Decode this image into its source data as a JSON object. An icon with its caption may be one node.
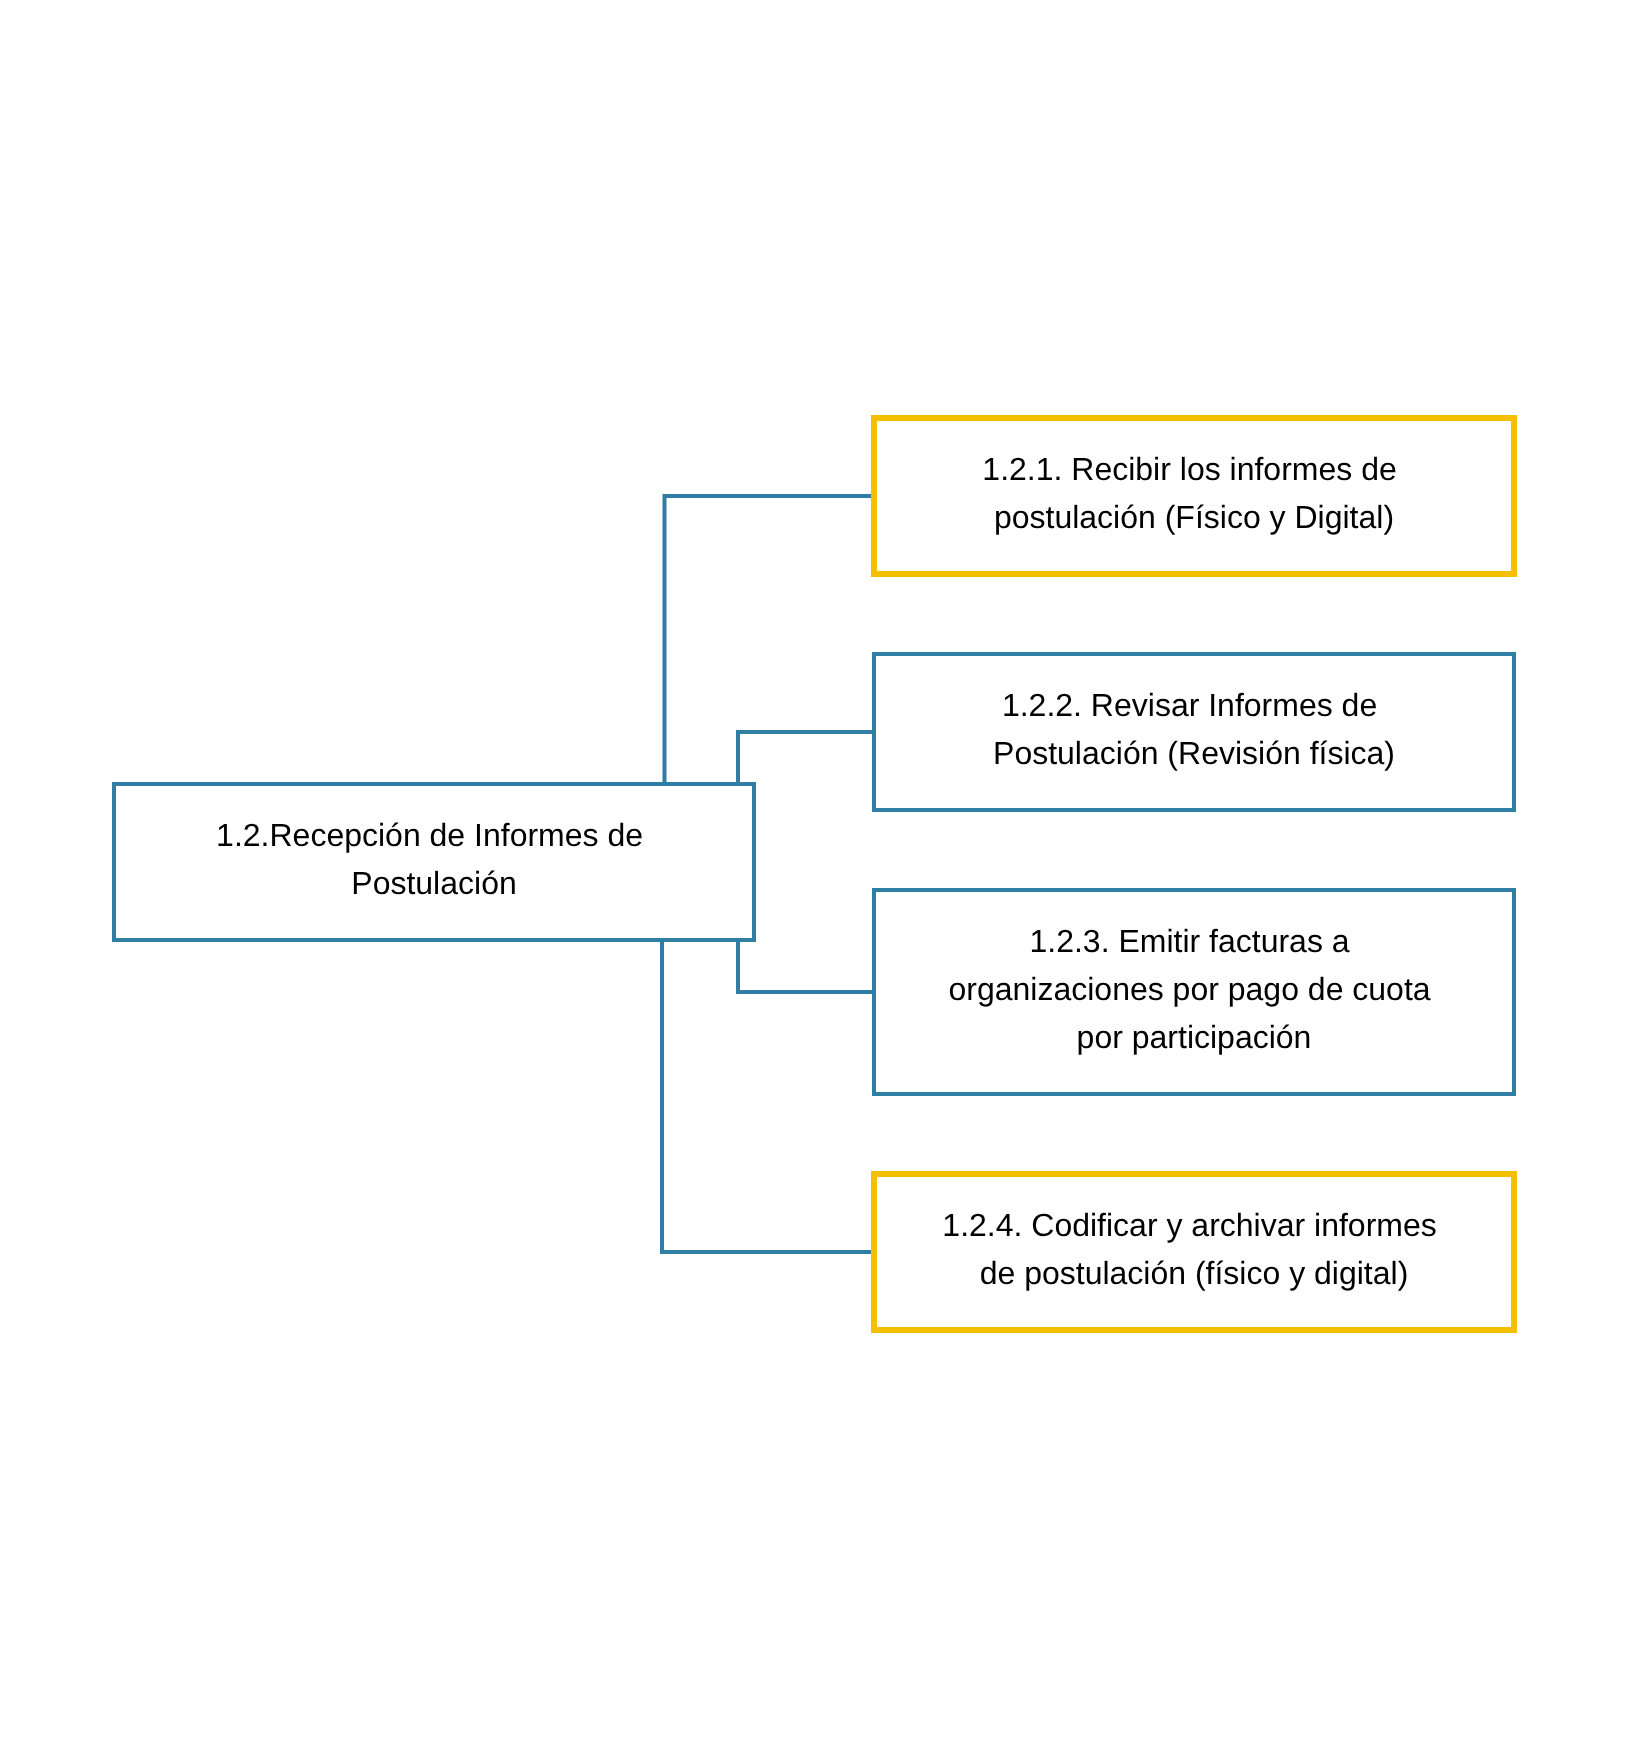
{
  "diagram": {
    "nodes": [
      {
        "text": [
          "1.2.Recepción de Informes de Postulación"
        ]
      },
      {
        "text": [
          "1.2.1. Recibir los informes de postulación (Físico y Digital)"
        ]
      },
      {
        "text": [
          "1.2.2. Revisar Informes de Postulación (Revisión física)"
        ]
      },
      {
        "text": [
          "1.2.3. Emitir facturas a organizaciones por pago de cuota por participación"
        ]
      },
      {
        "text": [
          "1.2.4. Codificar y archivar informes de postulación (físico y digital)"
        ]
      }
    ],
    "edges": [
      {
        "from": 0,
        "to": 1,
        "arrow": "none"
      },
      {
        "from": 0,
        "to": 2,
        "arrow": "none"
      },
      {
        "from": 0,
        "to": 3,
        "arrow": "none"
      },
      {
        "from": 0,
        "to": 4,
        "arrow": "none"
      }
    ]
  }
}
